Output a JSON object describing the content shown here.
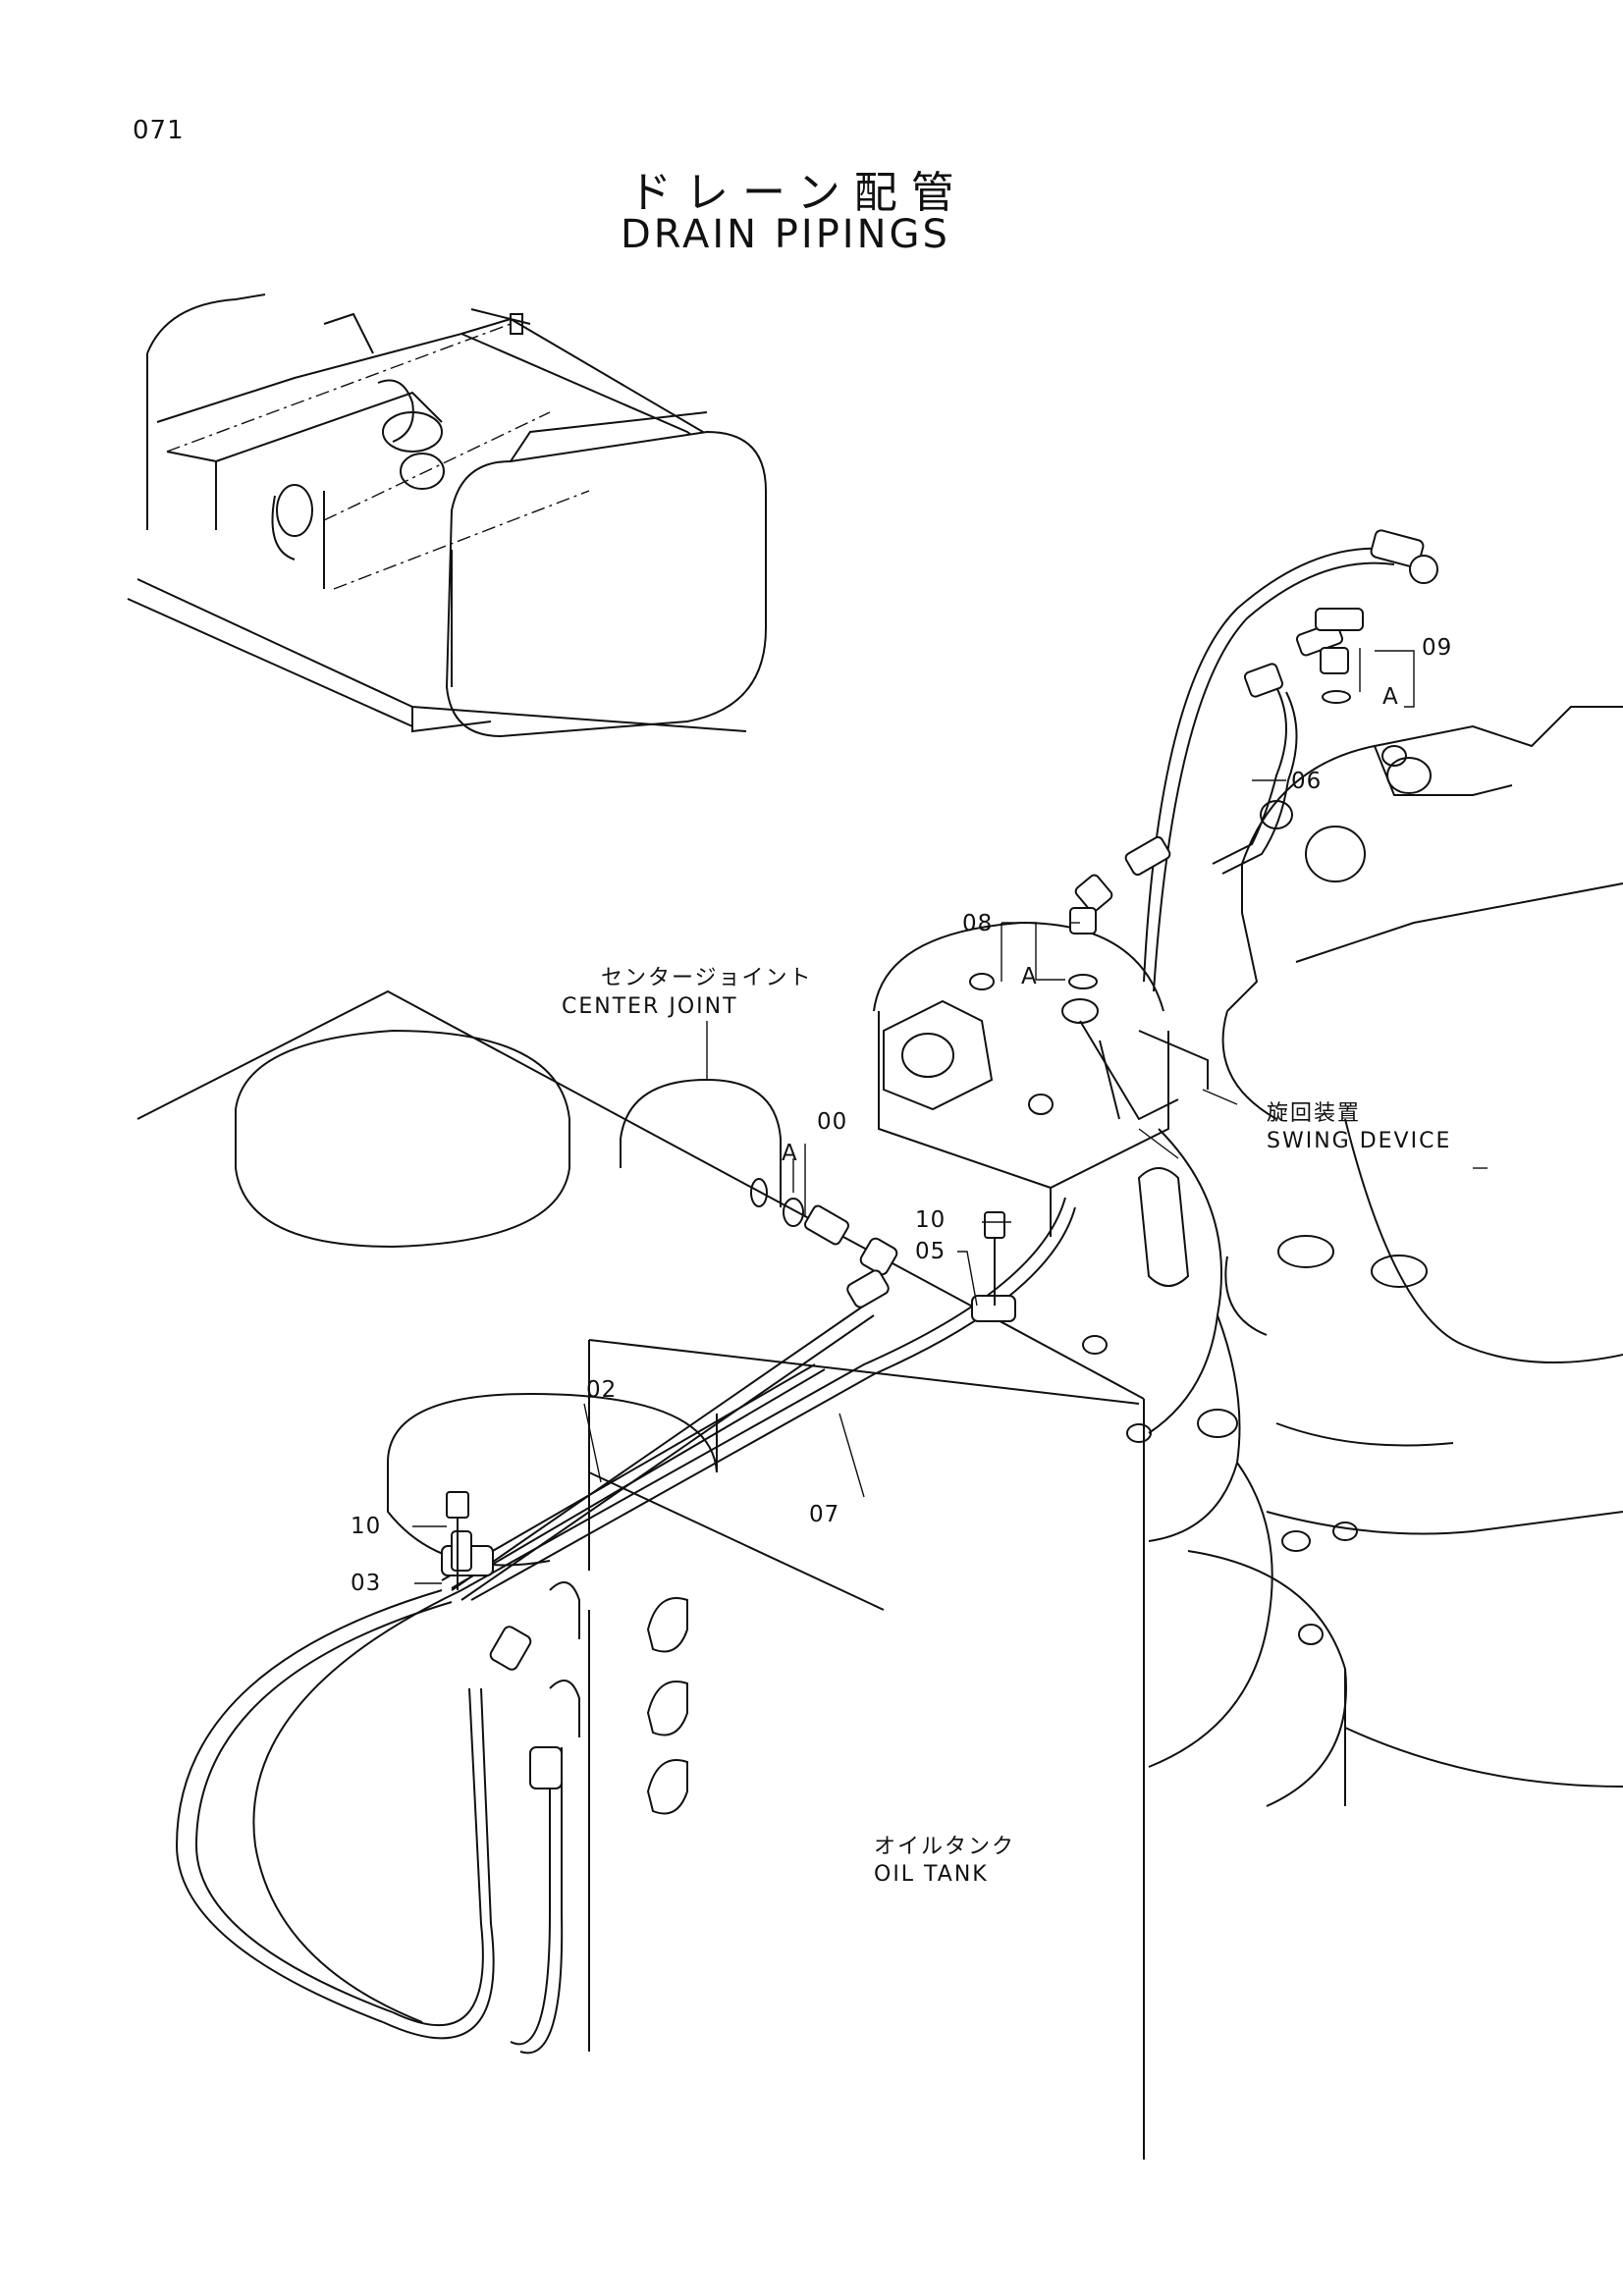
{
  "page_number": "071",
  "title": {
    "jp": "ドレーン配管",
    "en": "DRAIN  PIPINGS"
  },
  "captions": {
    "center_joint_jp": "センタージョイント",
    "center_joint_en": "CENTER JOINT",
    "swing_device_jp": "旋回装置",
    "swing_device_en": "SWING DEVICE",
    "oil_tank_jp": "オイルタンク",
    "oil_tank_en": "OIL TANK"
  },
  "part_labels": {
    "p00": "00",
    "p02": "02",
    "p03": "03",
    "p05": "05",
    "p06": "06",
    "p07": "07",
    "p08": "08",
    "p09": "09",
    "p10a": "10",
    "p10b": "10",
    "detail_a1": "A",
    "detail_a2": "A",
    "detail_a3": "A"
  }
}
